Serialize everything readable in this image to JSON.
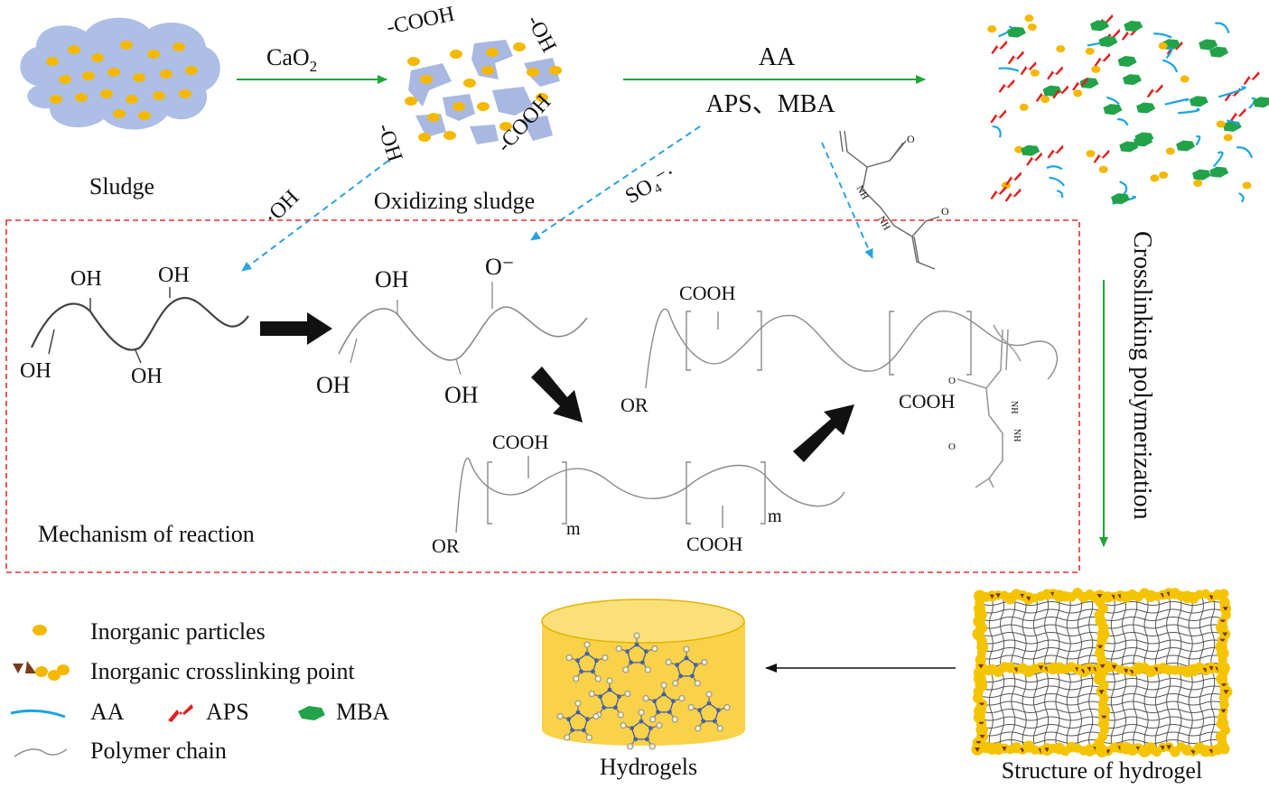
{
  "labels": {
    "sludge": "Sludge",
    "cao2_main": "CaO",
    "cao2_sub": "2",
    "oxidizing_sludge": "Oxidizing  sludge",
    "cooh": "-COOH",
    "oh_minus": "-OH",
    "aa": "AA",
    "aps_mba": "APS、MBA",
    "radical_oh": "·OH",
    "radical_so4": "SO₄⁻·",
    "crosslinking_polymerization": "Crosslinking polymerization",
    "mechanism": "Mechanism of reaction",
    "oh": "OH",
    "o_minus": "O⁻",
    "cooh_plain": "COOH",
    "or": "OR",
    "m": "m",
    "nh": "NH",
    "o": "O",
    "hydrogels": "Hydrogels",
    "structure_of_hydrogel": "Structure of hydrogel"
  },
  "legend": [
    {
      "key": "inorganic-particles",
      "label": "Inorganic particles"
    },
    {
      "key": "inorganic-crosslinking-point",
      "label": "Inorganic crosslinking  point"
    },
    {
      "key": "aa",
      "label": "AA"
    },
    {
      "key": "aps",
      "label": "APS"
    },
    {
      "key": "mba",
      "label": "MBA"
    },
    {
      "key": "polymer-chain",
      "label": "Polymer chain"
    }
  ],
  "colors": {
    "particle": "#f5b800",
    "sludge_cloud": "#aebfe6",
    "oxidized_fragment": "#a9b8e0",
    "green_arrow": "#22a43a",
    "blue_dashed": "#2aa3e0",
    "red_dashed_box": "#e53030",
    "aa_line": "#1aa6e0",
    "aps": "#e02020",
    "mba": "#22a34a",
    "chain_dark": "#444444",
    "chain_light": "#8a8a8a",
    "crosslink_brown": "#7a3a1a"
  }
}
